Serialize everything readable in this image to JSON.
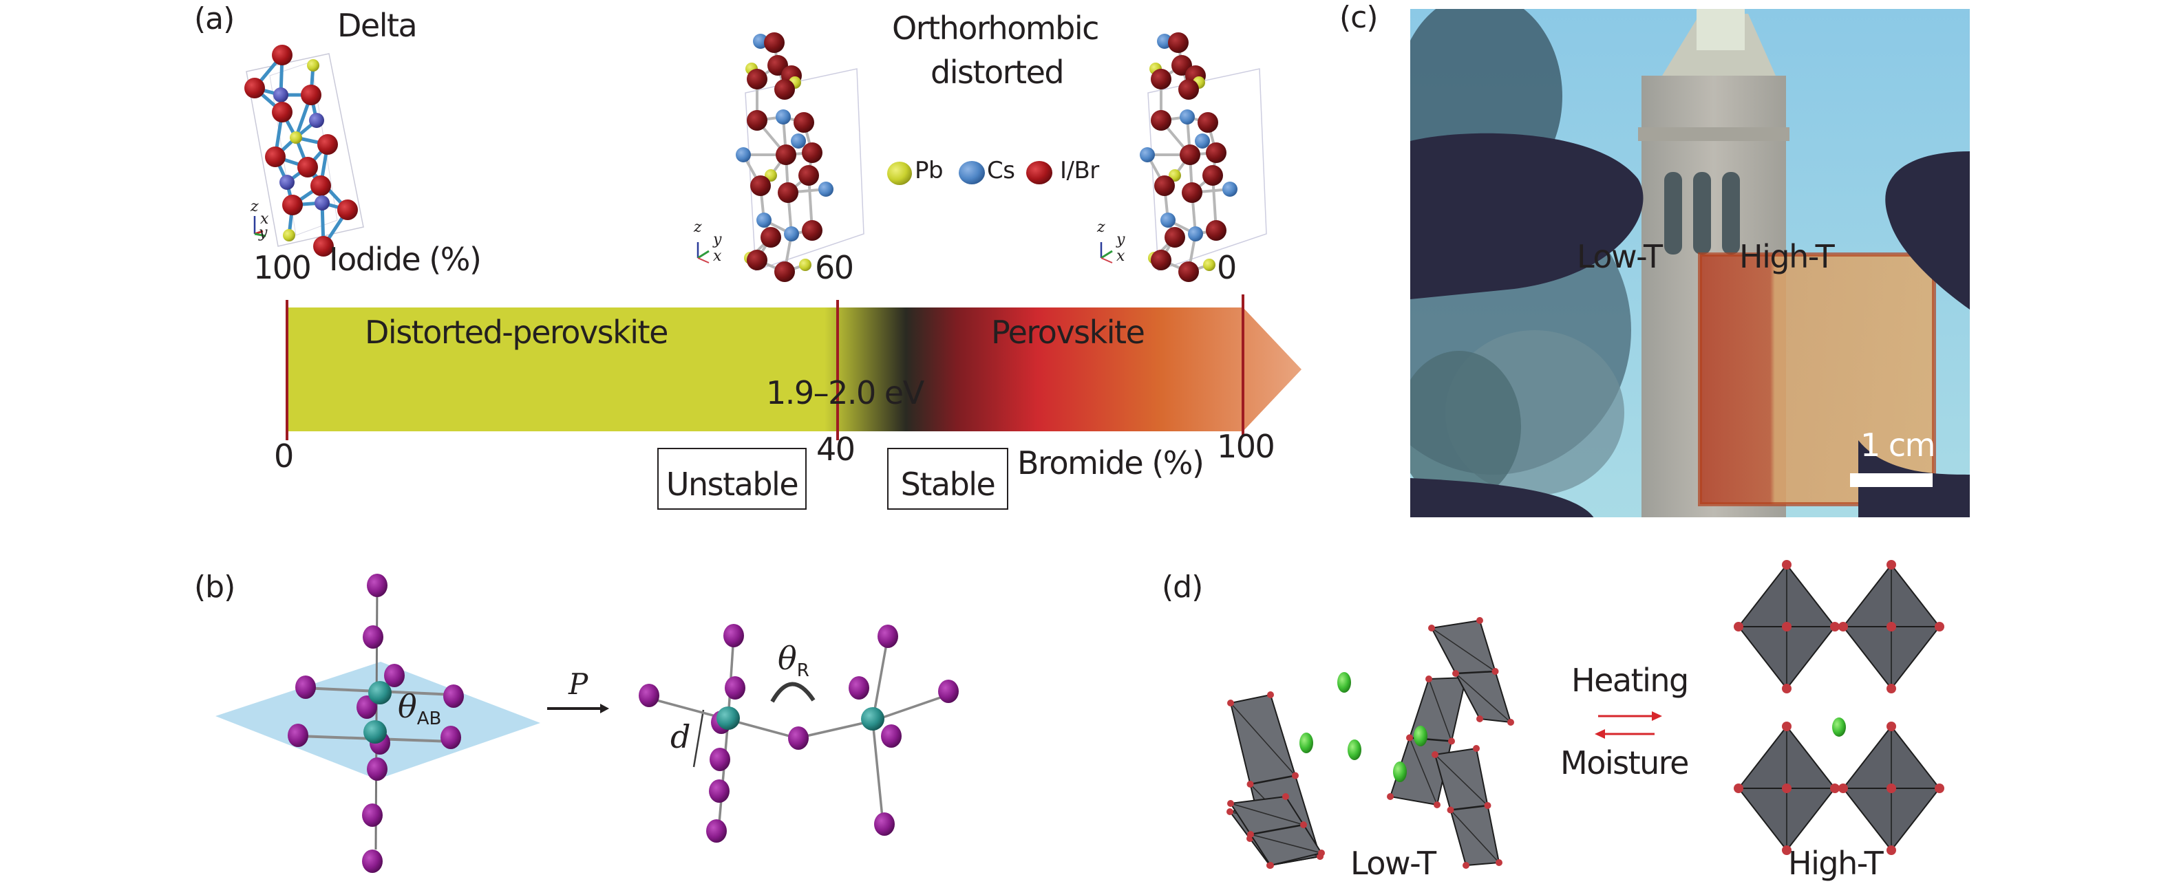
{
  "panels": {
    "a": {
      "label": "(a)",
      "phase_delta": "Delta",
      "phase_ortho_line1": "Orthorhombic",
      "phase_ortho_line2": "distorted",
      "iodide_axis": {
        "label": "Iodide (%)",
        "ticks": [
          "100",
          "60",
          "0"
        ]
      },
      "bromide_axis": {
        "label": "Bromide (%)",
        "ticks": [
          "0",
          "40",
          "100"
        ]
      },
      "region_left": "Distorted-perovskite",
      "region_right": "Perovskite",
      "bandgap": "1.9–2.0 eV",
      "stability_left": "Unstable",
      "stability_right": "Stable",
      "legend": [
        {
          "label": "Pb",
          "color": "#c9d12f"
        },
        {
          "label": "Cs",
          "color": "#4f86c6"
        },
        {
          "label": "I/Br",
          "color": "#a8161b"
        }
      ],
      "axis_triad_1": {
        "z": "z",
        "a": "x",
        "b": "y"
      },
      "axis_triad_2": {
        "z": "z",
        "a": "y",
        "b": "x"
      },
      "axis_triad_3": {
        "z": "z",
        "a": "y",
        "b": "x"
      },
      "gradient_stops": [
        "#cdd236",
        "#cdd236",
        "#2a2a22",
        "#8b1e22",
        "#cf2a2f",
        "#d8692f",
        "#e9a57f"
      ],
      "tick_color": "#9e1b22"
    },
    "b": {
      "label": "(b)",
      "theta_ab": "θ",
      "theta_ab_sub": "AB",
      "pressure": "P",
      "theta_r": "θ",
      "theta_r_sub": "R",
      "distance": "d"
    },
    "c": {
      "label": "(c)",
      "low_t": "Low-T",
      "high_t": "High-T",
      "scale_bar": "1 cm"
    },
    "d": {
      "label": "(d)",
      "forward": "Heating",
      "reverse": "Moisture",
      "low_t": "Low-T",
      "high_t": "High-T",
      "arrow_color": "#d7262b"
    }
  }
}
